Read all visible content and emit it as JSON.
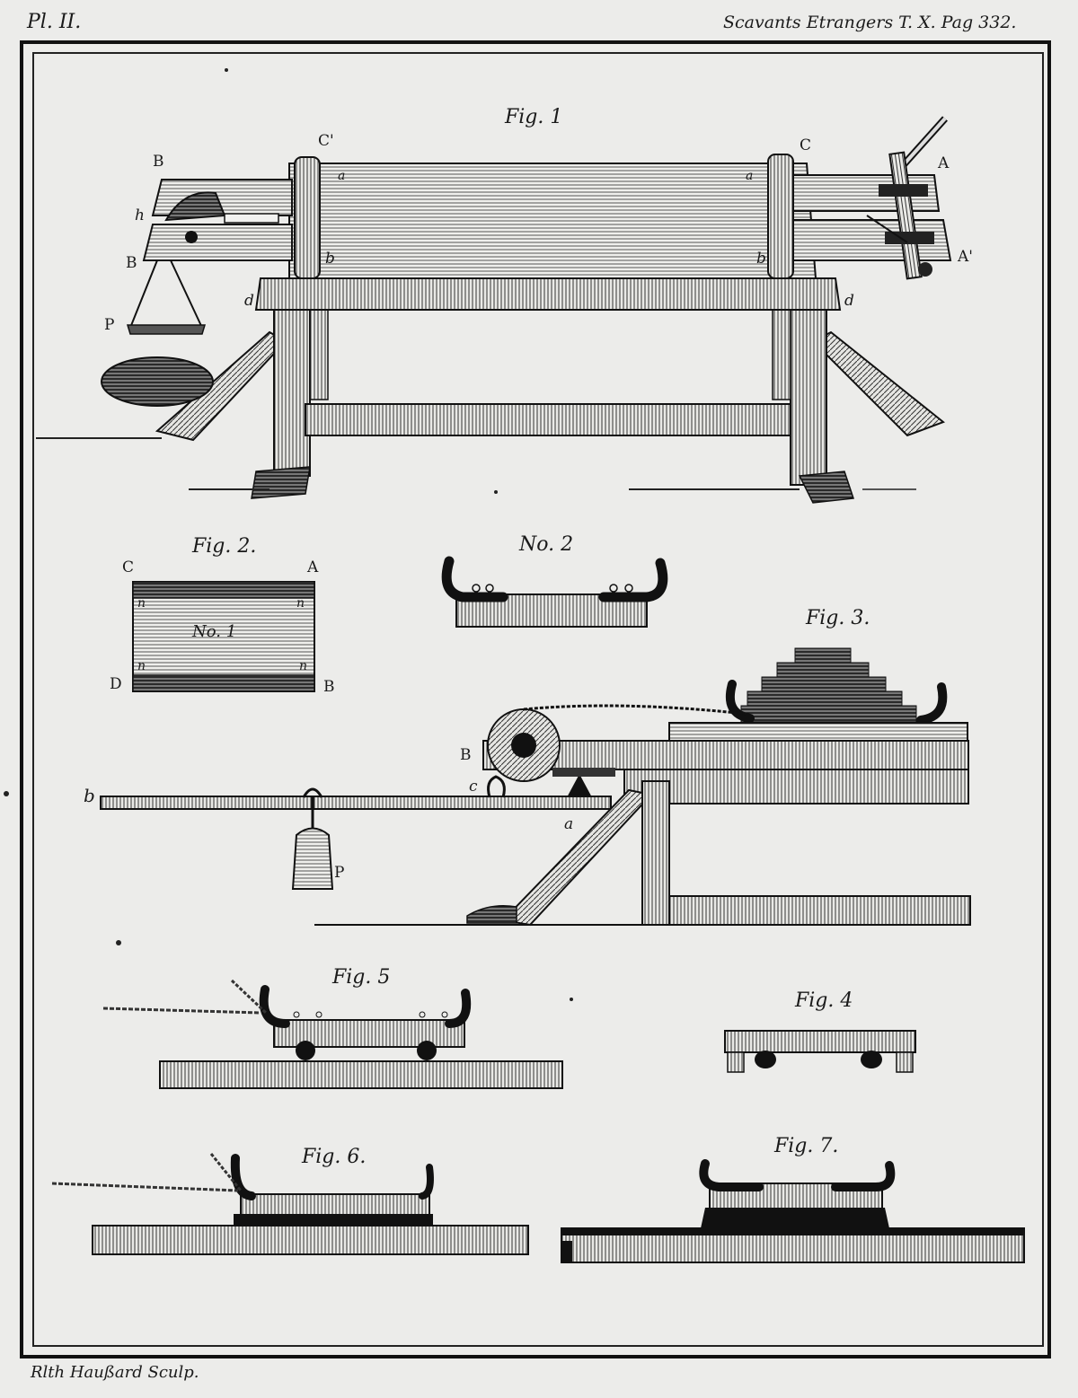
{
  "header": {
    "plate": "Pl. II.",
    "series": "Scavants Etrangers T. X. Pag 332."
  },
  "footer": {
    "engraver": "Rlth Haußard Sculp."
  },
  "figures": {
    "fig1": {
      "title": "Fig. 1",
      "labels": {
        "B_top": "B",
        "h": "h",
        "B_low": "B",
        "P": "P",
        "C_prime": "C'",
        "C": "C",
        "A": "A",
        "A_prime": "A'",
        "b_left": "b",
        "b_right": "b'",
        "d_left": "d",
        "d_right": "d",
        "a_left": "a",
        "a_right": "a"
      }
    },
    "fig2": {
      "title": "Fig. 2.",
      "labels": {
        "C": "C",
        "A": "A",
        "D": "D",
        "B": "B",
        "n_left_top": "n",
        "n_right_top": "n",
        "n_left_bot": "n",
        "n_right_bot": "n",
        "no1": "No. 1"
      }
    },
    "no2": {
      "title": "No. 2"
    },
    "fig3": {
      "title": "Fig. 3.",
      "labels": {
        "B": "B",
        "b": "b",
        "c": "c",
        "a": "a",
        "P": "P"
      }
    },
    "fig4": {
      "title": "Fig. 4"
    },
    "fig5": {
      "title": "Fig. 5"
    },
    "fig6": {
      "title": "Fig. 6."
    },
    "fig7": {
      "title": "Fig. 7."
    }
  }
}
